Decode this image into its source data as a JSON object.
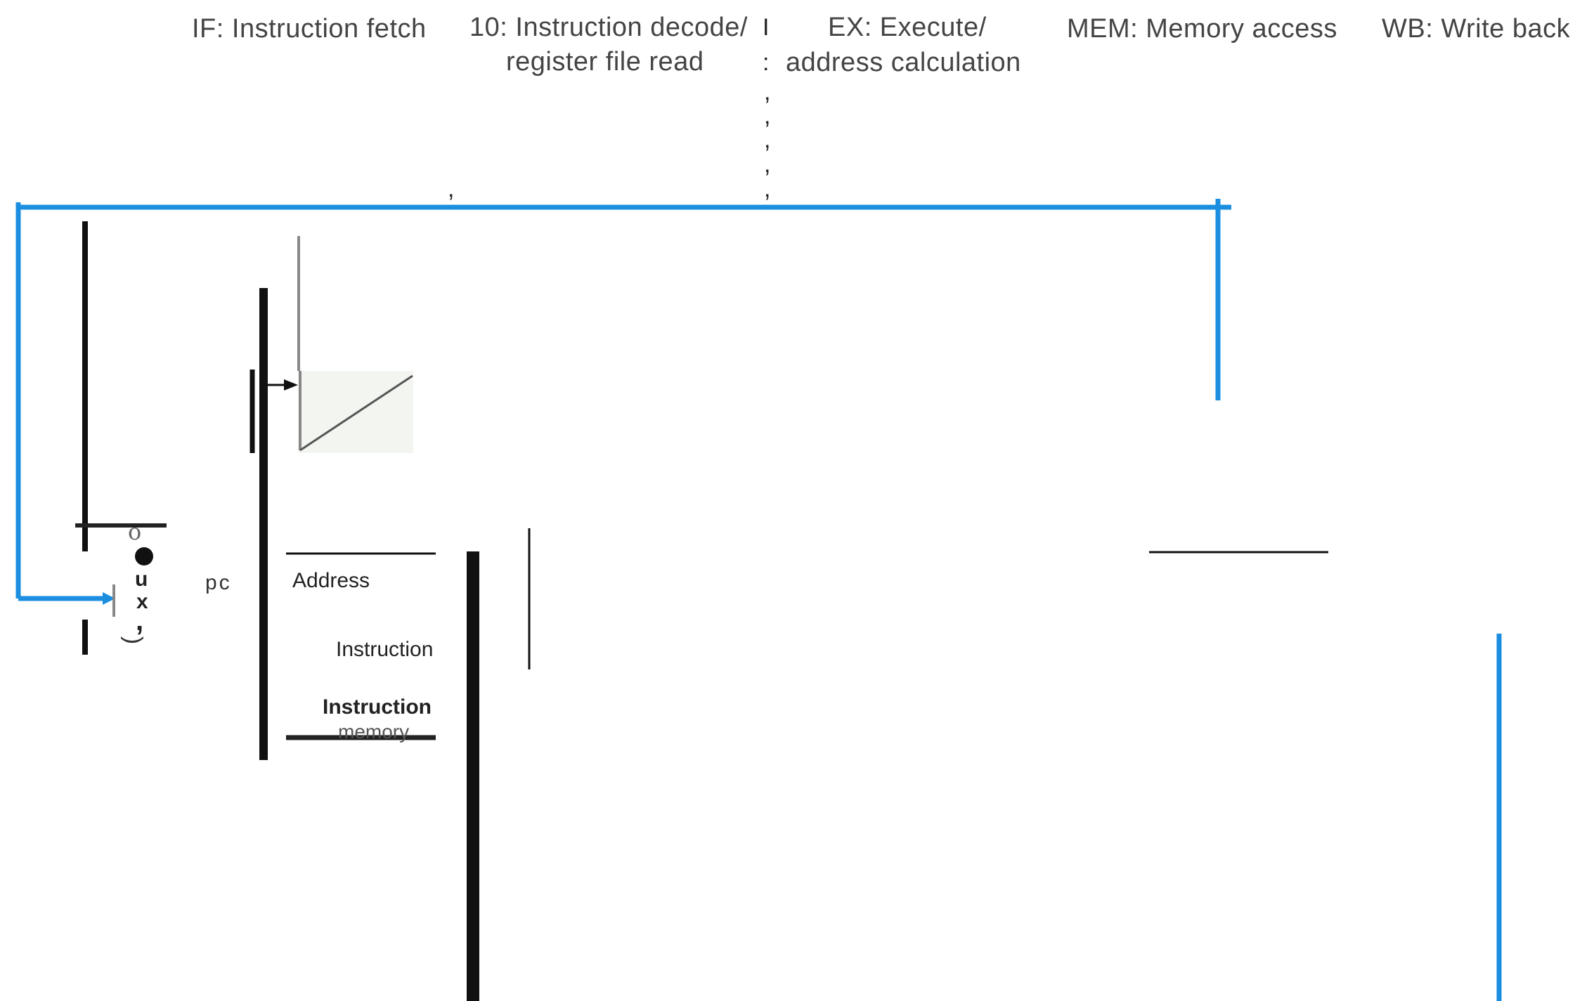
{
  "stages": [
    {
      "label": "IF: Instruction fetch"
    },
    {
      "label": "10: Instruction decode/"
    },
    {
      "label": "register file read"
    },
    {
      "label": "EX: Execute/"
    },
    {
      "label": "address calculation"
    },
    {
      "label": "MEM: Memory access"
    },
    {
      "label": "WB: Write back"
    }
  ],
  "separator_marks": [
    "I",
    ":",
    ",",
    ",",
    ",",
    ",",
    ",",
    ","
  ],
  "mux": {
    "chars": [
      "o",
      "u",
      "x",
      ",",
      ")"
    ]
  },
  "pc_label": "pc",
  "instruction_memory": {
    "address": "Address",
    "instruction": "Instruction",
    "title": "Instruction",
    "subtitle": "memory"
  },
  "colors": {
    "wire": "#1b8ee0",
    "line": "#111111",
    "gray": "#888888",
    "text": "#333333"
  }
}
